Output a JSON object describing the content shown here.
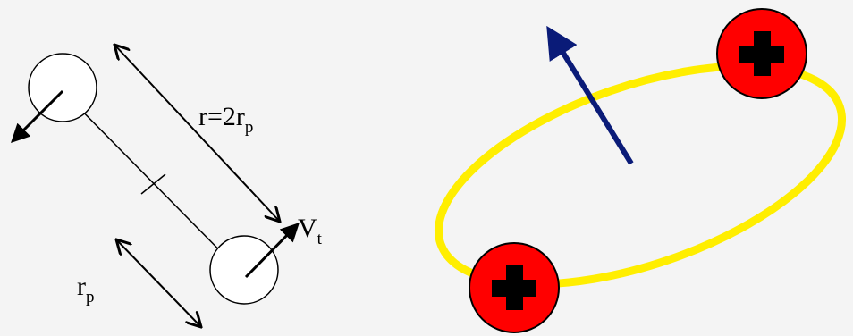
{
  "labels": {
    "separation": {
      "main": "r=2r",
      "sub": "p"
    },
    "velocity": {
      "main": "V",
      "sub": "t"
    },
    "radius": {
      "main": "r",
      "sub": "p"
    }
  },
  "colors": {
    "background": "#f4f4f4",
    "ring": "#ffee00",
    "charge_fill": "#ff0000",
    "charge_symbol": "#000000",
    "arrow_blue": "#0a1b78",
    "line": "#000000",
    "particle_fill": "#ffffff"
  },
  "icons": {
    "charge": "plus-sign-icon"
  }
}
